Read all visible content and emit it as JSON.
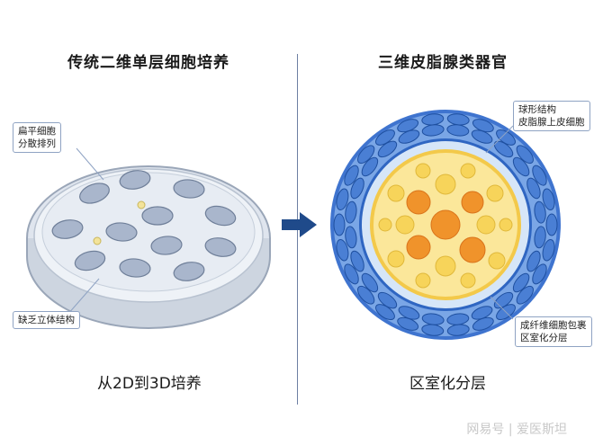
{
  "left": {
    "title": "传统二维单层细胞培养",
    "callout_top": [
      "扁平细胞",
      "分散排列"
    ],
    "callout_bottom": "缺乏立体结构",
    "caption": "从2D到3D培养"
  },
  "right": {
    "title": "三维皮脂腺类器官",
    "callout_top": [
      "球形结构",
      "皮脂腺上皮细胞"
    ],
    "callout_bottom": [
      "成纤维细胞包裹",
      "区室化分层"
    ],
    "caption": "区室化分层"
  },
  "watermark": "网易号 | 爱医斯坦",
  "colors": {
    "outer_cells": "#4a7fd4",
    "middle_ring": "#cfe1f6",
    "inner_yellow": "#f7d45a",
    "inner_orange": "#f0932b",
    "dish_cells": "#a9b6cc",
    "arrow": "#1f4a8a"
  }
}
